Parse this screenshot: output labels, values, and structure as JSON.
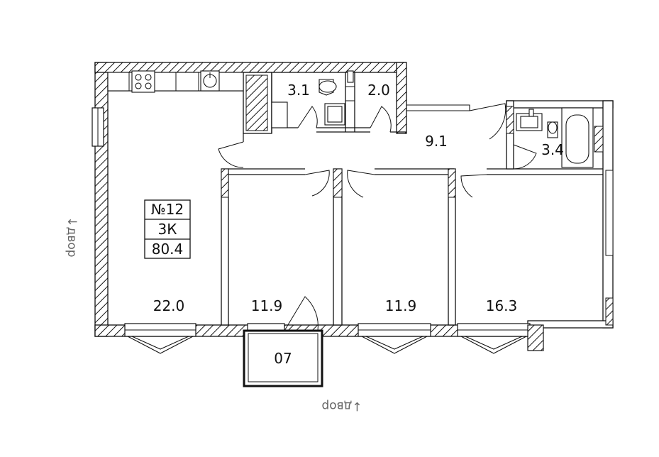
{
  "apartment": {
    "number": "№12",
    "type": "3К",
    "total_area": "80.4"
  },
  "rooms": [
    {
      "id": "living-kitchen",
      "area": "22.0"
    },
    {
      "id": "bedroom-1",
      "area": "11.9"
    },
    {
      "id": "bedroom-2",
      "area": "11.9"
    },
    {
      "id": "bedroom-3",
      "area": "16.3"
    },
    {
      "id": "bathroom-1",
      "area": "3.1"
    },
    {
      "id": "wc",
      "area": "2.0"
    },
    {
      "id": "hallway",
      "area": "9.1"
    },
    {
      "id": "bathroom-2",
      "area": "3.4"
    },
    {
      "id": "balcony",
      "area": "07"
    }
  ],
  "orientation": {
    "bottom": "↓двор",
    "left": "↓двор"
  },
  "colors": {
    "line": "#111111",
    "background": "#ffffff",
    "label_gray": "#666666"
  }
}
